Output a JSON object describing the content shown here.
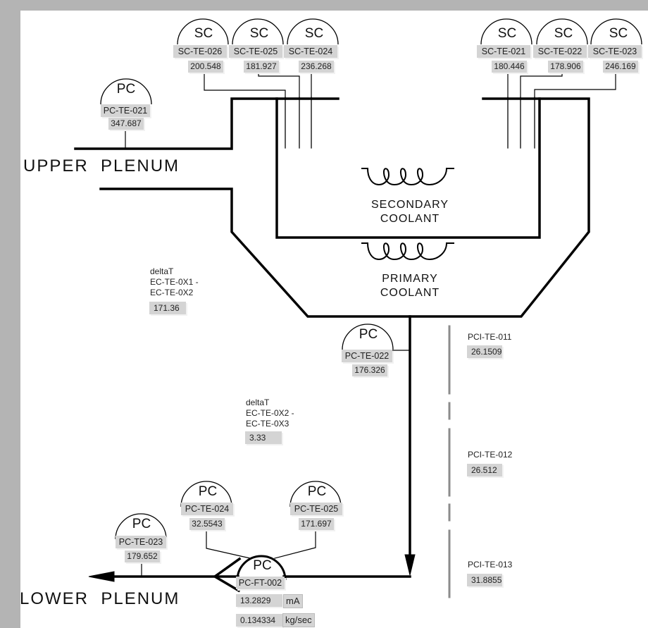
{
  "diagram": {
    "upper_plenum_label": "UPPER  PLENUM",
    "lower_plenum_label": "LOWER  PLENUM",
    "secondary_coolant_label": [
      "SECONDARY",
      "COOLANT"
    ],
    "primary_coolant_label": [
      "PRIMARY",
      "COOLANT"
    ]
  },
  "secondary_sensors": [
    {
      "group": "SC",
      "tag": "SC-TE-026",
      "value": "200.548"
    },
    {
      "group": "SC",
      "tag": "SC-TE-025",
      "value": "181.927"
    },
    {
      "group": "SC",
      "tag": "SC-TE-024",
      "value": "236.268"
    },
    {
      "group": "SC",
      "tag": "SC-TE-021",
      "value": "180.446"
    },
    {
      "group": "SC",
      "tag": "SC-TE-022",
      "value": "178.906"
    },
    {
      "group": "SC",
      "tag": "SC-TE-023",
      "value": "246.169"
    }
  ],
  "primary_sensors": {
    "pc_te_021": {
      "group": "PC",
      "tag": "PC-TE-021",
      "value": "347.687"
    },
    "pc_te_022": {
      "group": "PC",
      "tag": "PC-TE-022",
      "value": "176.326"
    },
    "pc_te_023": {
      "group": "PC",
      "tag": "PC-TE-023",
      "value": "179.652"
    },
    "pc_te_024": {
      "group": "PC",
      "tag": "PC-TE-024",
      "value": "32.5543"
    },
    "pc_te_025": {
      "group": "PC",
      "tag": "PC-TE-025",
      "value": "171.697"
    }
  },
  "flow_transmitter": {
    "group": "PC",
    "tag": "PC-FT-002",
    "current_value": "13.2829",
    "current_unit": "mA",
    "flow_value": "0.134334",
    "flow_unit": "kg/sec"
  },
  "delta_t": [
    {
      "title": "deltaT",
      "line1": "EC-TE-0X1 -",
      "line2": "EC-TE-0X2",
      "value": "171.36"
    },
    {
      "title": "deltaT",
      "line1": "EC-TE-0X2 -",
      "line2": "EC-TE-0X3",
      "value": "3.33"
    }
  ],
  "pci_sensors": [
    {
      "tag": "PCI-TE-011",
      "value": "26.1509"
    },
    {
      "tag": "PCI-TE-012",
      "value": "26.512"
    },
    {
      "tag": "PCI-TE-013",
      "value": "31.8855"
    }
  ]
}
